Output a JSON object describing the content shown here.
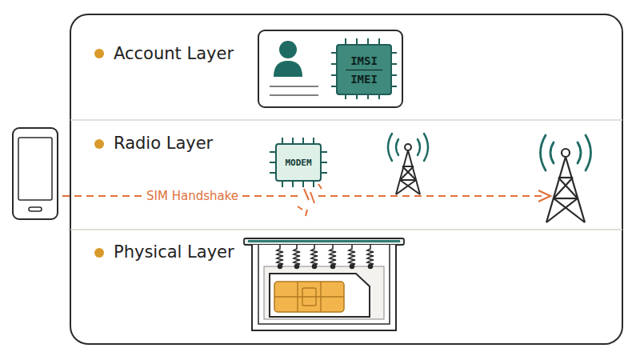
{
  "diagram": {
    "nodes": [
      {
        "text": [
          "Account Layer"
        ]
      },
      {
        "text": [
          "IMSI",
          "IMEI"
        ],
        "in": 0
      },
      {
        "text": [
          "Radio Layer"
        ]
      },
      {
        "text": [
          "MODEM"
        ],
        "in": 2
      },
      {
        "text": [
          "Physical Layer"
        ]
      }
    ],
    "labels": [
      "SIM Handshake"
    ]
  }
}
